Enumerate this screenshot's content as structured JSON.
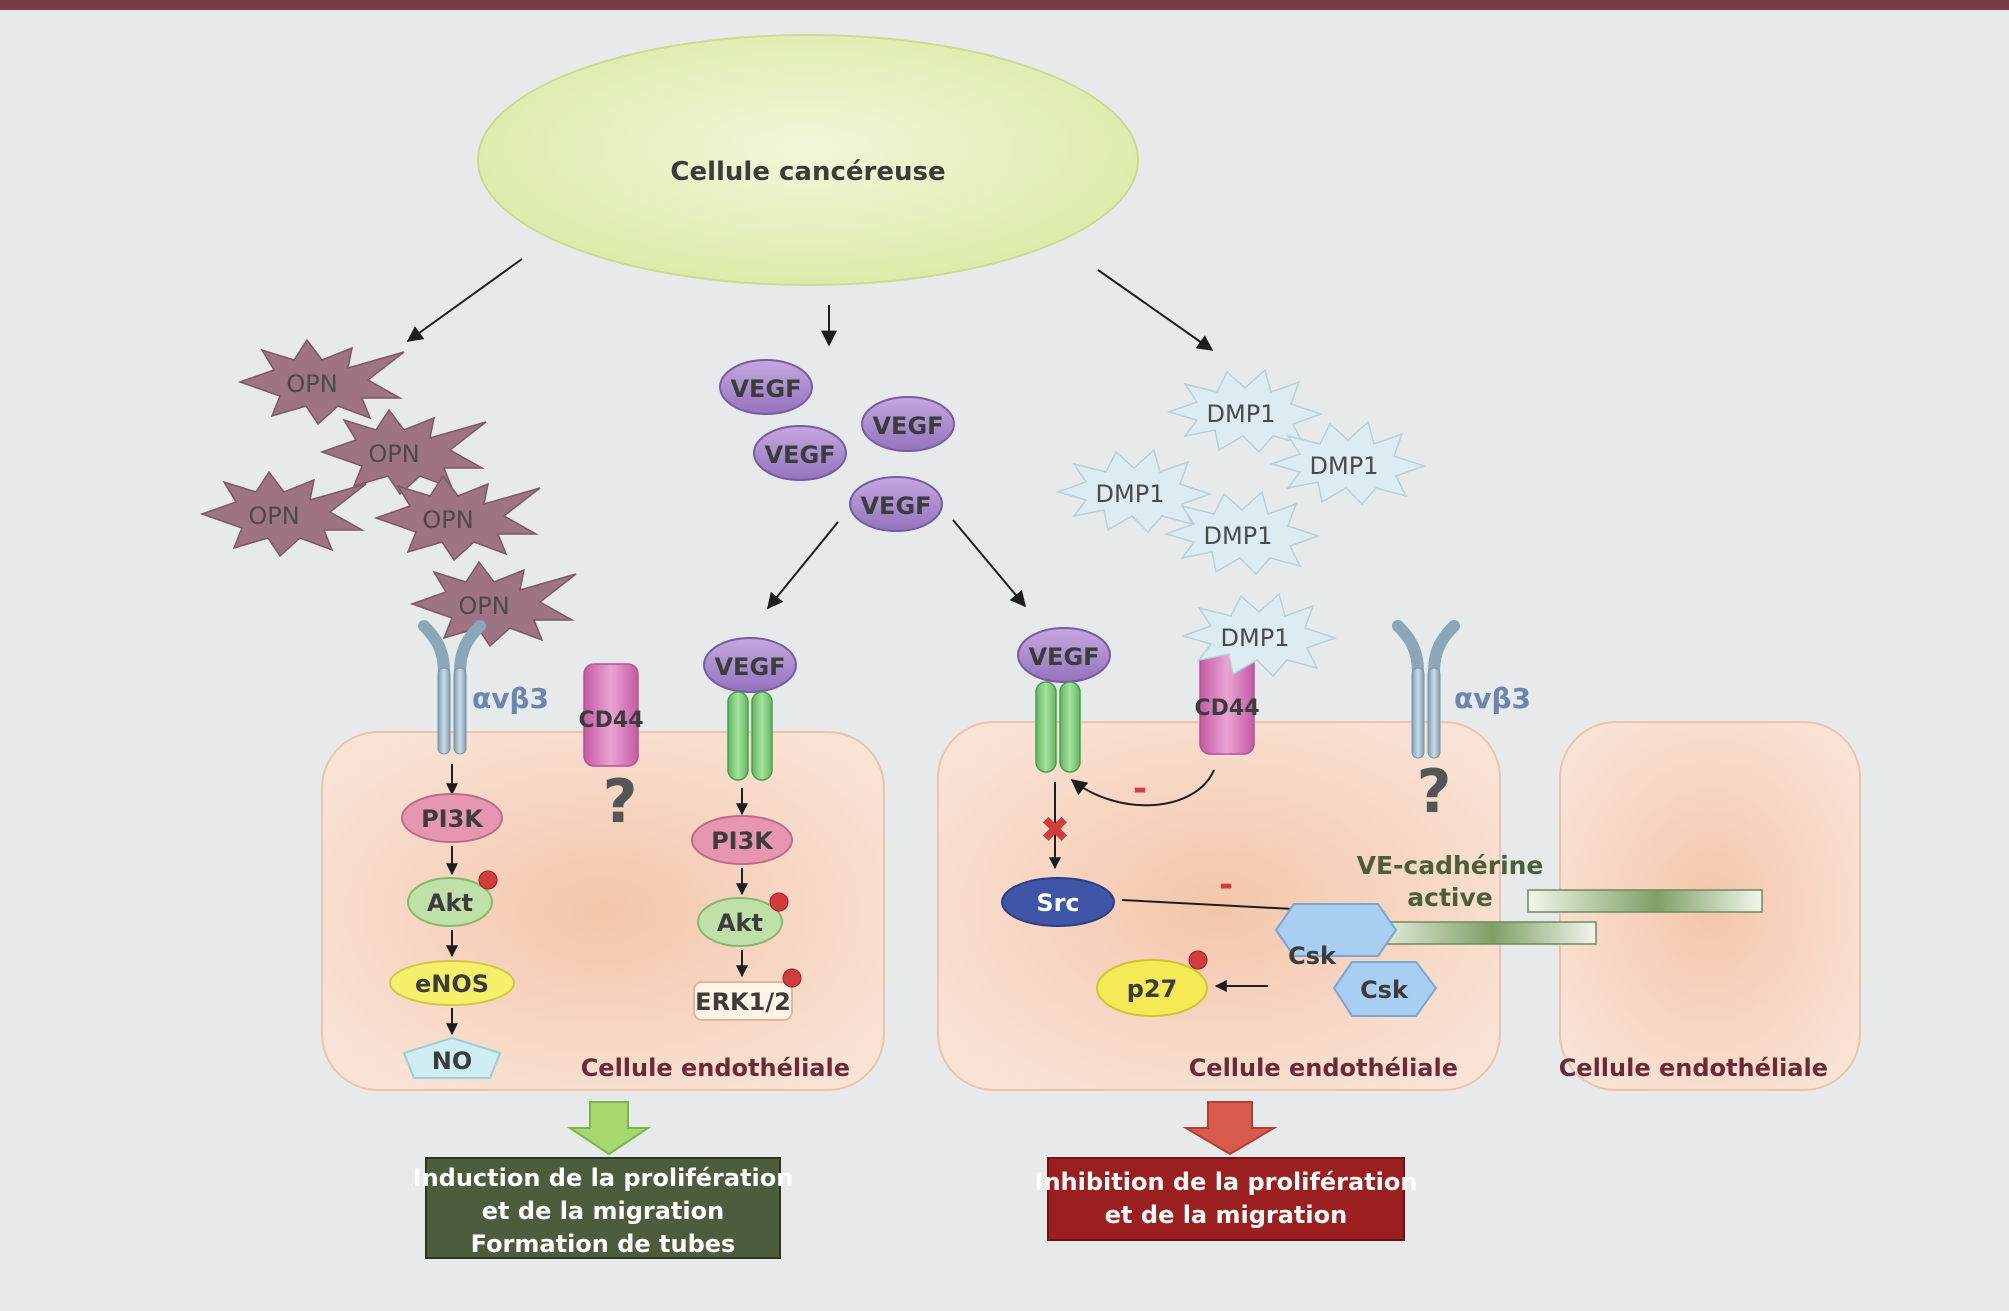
{
  "colors": {
    "background": "#e7eaea",
    "top_rule": "#7a3a45",
    "cell_fill": "#f6dccb",
    "cancer_cell": "#e6f2c2",
    "opn": "#9e7484",
    "dmp1": "#dcecf2",
    "vegf": "#a784c8",
    "receptor_green": "#78c978",
    "cd44": "#d776b8",
    "integrin": "#9fb6c6",
    "pi3k": "#e796b1",
    "akt": "#bfe0a8",
    "enos": "#f5ef6a",
    "no": "#cfeef2",
    "erk": "#fff4e6",
    "src": "#3e55a8",
    "csk": "#a8cef2",
    "p27": "#f3ea56",
    "phospho": "#d33c3c",
    "outcome_positive": "#4d5c3c",
    "outcome_negative": "#9c1f1f",
    "arrow_positive": "#a6d86e",
    "arrow_negative": "#d85a4c"
  },
  "cancer_cell": {
    "label": "Cellule cancéreuse"
  },
  "opn": {
    "label": "OPN"
  },
  "vegf": {
    "label": "VEGF"
  },
  "dmp1": {
    "label": "DMP1"
  },
  "receptors": {
    "integrin_label": "αvβ3",
    "cd44_label": "CD44",
    "unknown_mark": "?"
  },
  "pathway_left": [
    "PI3K",
    "Akt",
    "eNOS",
    "NO"
  ],
  "pathway_middle": [
    "PI3K",
    "Akt",
    "ERK1/2"
  ],
  "pathway_right": {
    "inhibition_mark": "✖",
    "minus": "-",
    "src": "Src",
    "csk": "Csk",
    "p27": "p27",
    "ve_cadherin": [
      "VE-cadhérine",
      "active"
    ]
  },
  "cells": {
    "endothelial_label": "Cellule endothéliale"
  },
  "outcomes": {
    "positive": [
      "Induction de la prolifération",
      "et de la migration",
      "Formation de tubes"
    ],
    "negative": [
      "Inhibition de la prolifération",
      "et de la migration"
    ]
  }
}
